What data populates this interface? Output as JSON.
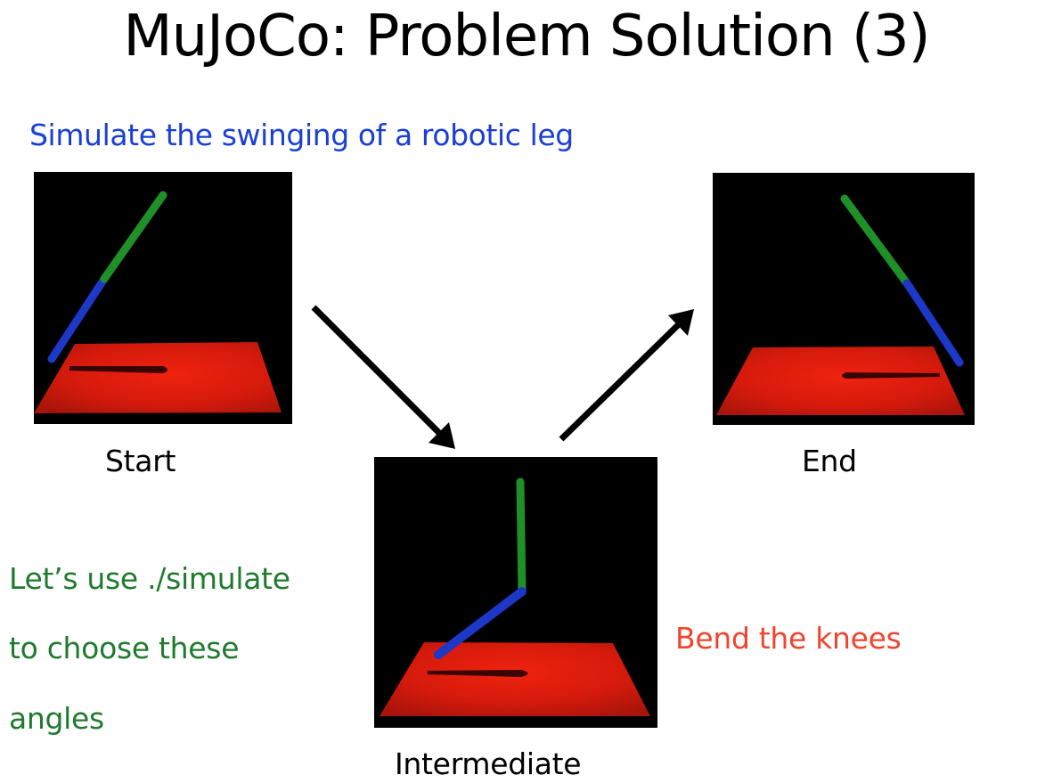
{
  "title": "MuJoCo: Problem Solution (3)",
  "subtitle": "Simulate the swinging of a robotic leg",
  "frames": [
    {
      "id": "start",
      "caption": "Start"
    },
    {
      "id": "intermediate",
      "caption": "Intermediate"
    },
    {
      "id": "end",
      "caption": "End"
    }
  ],
  "note": {
    "lines": [
      "Let’s use ./simulate",
      "to choose these",
      "angles"
    ]
  },
  "side_note": "Bend the knees",
  "colors": {
    "subtitle": "#1a3fd6",
    "note": "#1f7a2e",
    "side_note": "#f0442e",
    "floor": "#e01a0c",
    "upper_leg": "#1f8f28",
    "lower_leg": "#1d37c7",
    "arrow": "#000000"
  }
}
